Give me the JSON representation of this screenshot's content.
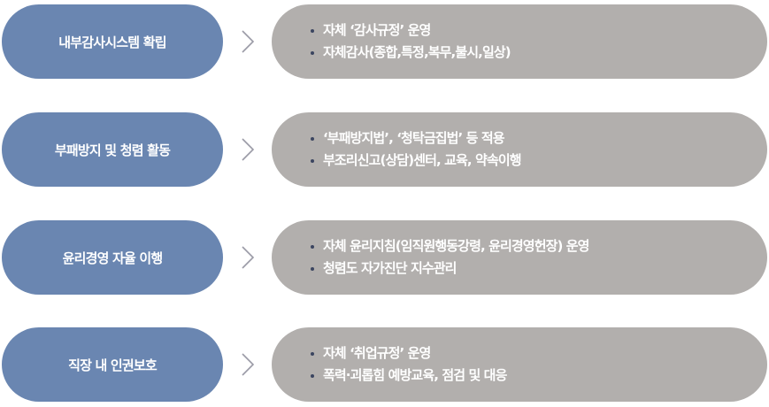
{
  "colors": {
    "category_bg": "#6a86b1",
    "detail_bg": "#b2afad",
    "text": "#ffffff",
    "bullet": "#3b4560",
    "chevron": "#9a9aa6"
  },
  "rows": [
    {
      "category": "내부감사시스템 확립",
      "icon": "chevron-right-icon",
      "items": [
        "자체 ‘감사규정’ 운영",
        "자체감사(종합,특정,복무,불시,일상)"
      ]
    },
    {
      "category": "부패방지 및 청렴 활동",
      "icon": "chevron-right-icon",
      "items": [
        "‘부패방지법’, ‘청탁금집법’ 등 적용",
        "부조리신고(상담)센터, 교육, 약속이행"
      ]
    },
    {
      "category": "윤리경영 자율 이행",
      "icon": "chevron-right-icon",
      "items": [
        "자체 윤리지침(임직원행동강령, 윤리경영헌장) 운영",
        "청렴도 자가진단 지수관리"
      ]
    },
    {
      "category": "직장 내 인권보호",
      "icon": "chevron-right-icon",
      "items": [
        "자체 ‘취업규정’ 운영",
        "폭력·괴롭힘 예방교육, 점검 및 대응"
      ]
    }
  ]
}
